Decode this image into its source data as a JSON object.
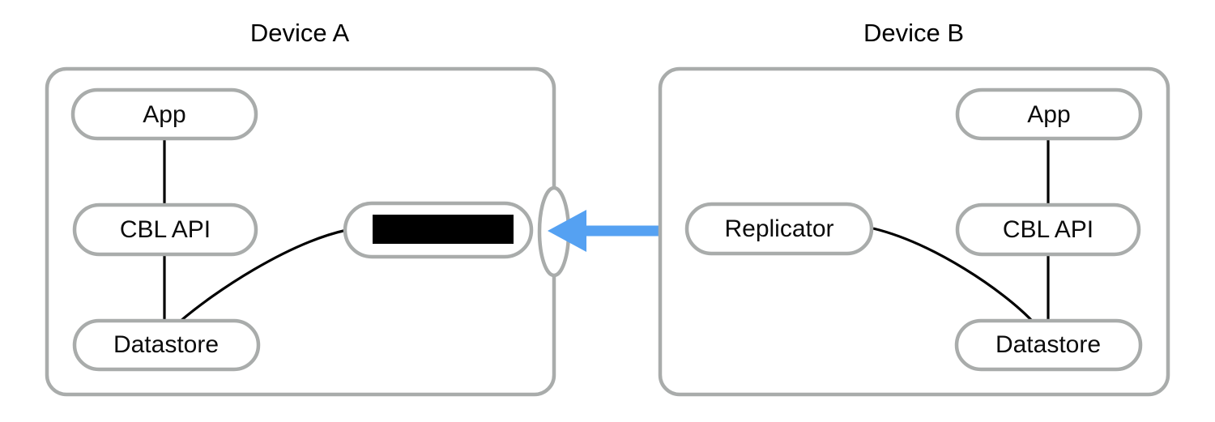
{
  "diagram": {
    "title_left": "Device A",
    "title_right": "Device B",
    "colors": {
      "frame_stroke": "#a9acab",
      "pill_stroke": "#a9acab",
      "pill_fill": "#ffffff",
      "connector": "#000000",
      "arrow": "#55a1f2",
      "redaction": "#000000",
      "text": "#000000",
      "background": "#ffffff"
    },
    "devices": [
      {
        "id": "device-a",
        "title": "Device A",
        "nodes": [
          {
            "id": "app-a",
            "label": "App"
          },
          {
            "id": "cbl-api-a",
            "label": "CBL API"
          },
          {
            "id": "datastore-a",
            "label": "Datastore"
          },
          {
            "id": "redacted-a",
            "label": "",
            "redacted": true
          }
        ]
      },
      {
        "id": "device-b",
        "title": "Device B",
        "nodes": [
          {
            "id": "app-b",
            "label": "App"
          },
          {
            "id": "cbl-api-b",
            "label": "CBL API"
          },
          {
            "id": "datastore-b",
            "label": "Datastore"
          },
          {
            "id": "replicator-b",
            "label": "Replicator"
          }
        ]
      }
    ],
    "connections": [
      {
        "id": "conn-app-a-cbl-a",
        "from": "app-a",
        "to": "cbl-api-a",
        "style": "straight"
      },
      {
        "id": "conn-cbl-a-datastore-a",
        "from": "cbl-api-a",
        "to": "datastore-a",
        "style": "straight"
      },
      {
        "id": "conn-datastore-a-redacted-a",
        "from": "datastore-a",
        "to": "redacted-a",
        "style": "curve"
      },
      {
        "id": "conn-app-b-cbl-b",
        "from": "app-b",
        "to": "cbl-api-b",
        "style": "straight"
      },
      {
        "id": "conn-cbl-b-datastore-b",
        "from": "cbl-api-b",
        "to": "datastore-b",
        "style": "straight"
      },
      {
        "id": "conn-replicator-b-datastore-b",
        "from": "replicator-b",
        "to": "datastore-b",
        "style": "curve"
      },
      {
        "id": "conn-replication-arrow",
        "from": "replicator-b",
        "to": "port-a",
        "style": "arrow-left",
        "color": "#55a1f2"
      }
    ],
    "port": {
      "id": "port-a",
      "label": "",
      "description": "listener-port-ellipse"
    }
  }
}
